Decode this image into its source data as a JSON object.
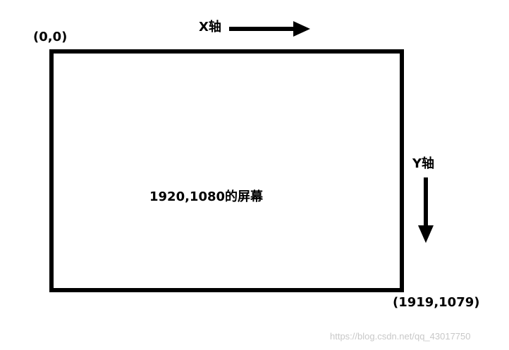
{
  "diagram": {
    "origin_label": "(0,0)",
    "x_axis_label": "X轴",
    "y_axis_label": "Y轴",
    "screen_label": "1920,1080的屏幕",
    "end_label": "(1919,1079)"
  },
  "watermark": "https://blog.csdn.net/qq_43017750",
  "colors": {
    "stroke": "#000000",
    "background": "#ffffff",
    "watermark": "#c8c8c8"
  }
}
